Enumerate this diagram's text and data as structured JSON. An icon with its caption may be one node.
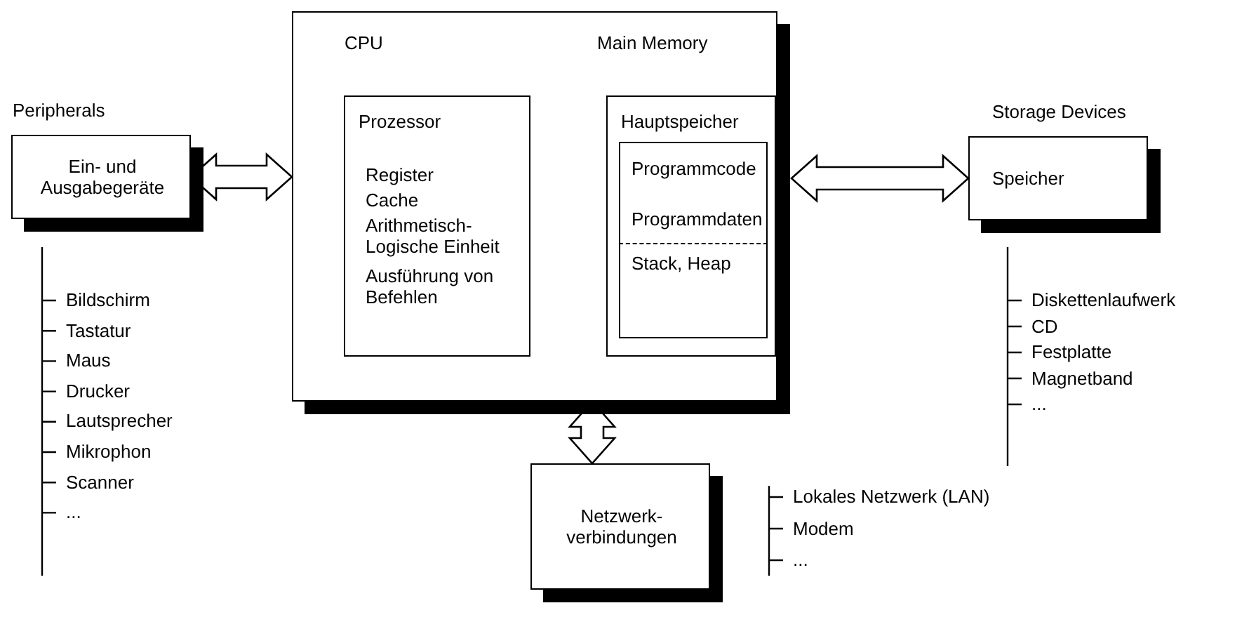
{
  "diagram": {
    "nodes": [
      {
        "text": [
          "Peripherals",
          "Ein- und Ausgabegeräte"
        ]
      },
      {
        "text": [],
        "shape": "box"
      },
      {
        "text": [
          "CPU",
          "Prozessor",
          "Register",
          "Cache",
          "Arithmetisch-Logische Einheit",
          "Ausführung von Befehlen"
        ],
        "in": 1
      },
      {
        "text": [
          "Main Memory",
          "Hauptspeicher"
        ],
        "in": 1
      },
      {
        "text": [
          "Programmcode"
        ],
        "in": 3
      },
      {
        "text": [
          "Programmdaten"
        ],
        "in": 3
      },
      {
        "text": [
          "Stack, Heap"
        ],
        "in": 3
      },
      {
        "text": [
          "Storage Devices",
          "Speicher"
        ]
      },
      {
        "text": [
          "Netzwerk-verbindungen"
        ]
      }
    ],
    "edges": [
      {
        "from": 0,
        "to": 1,
        "arrow": "both"
      },
      {
        "from": 1,
        "to": 7,
        "arrow": "both"
      },
      {
        "from": 1,
        "to": 8,
        "arrow": "both"
      }
    ],
    "labels": [
      "Bildschirm",
      "Tastatur",
      "Maus",
      "Drucker",
      "Lautsprecher",
      "Mikrophon",
      "Scanner",
      "...",
      "Diskettenlaufwerk",
      "CD",
      "Festplatte",
      "Magnetband",
      "...",
      "Lokales Netzwerk (LAN)",
      "Modem",
      "..."
    ]
  }
}
